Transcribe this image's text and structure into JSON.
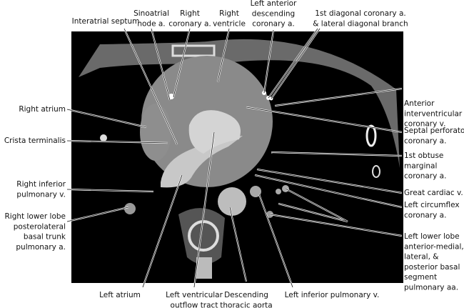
{
  "title": "Axial CT of the heart with labeled structures",
  "labels": {
    "interatrial_septum": [
      "Interatrial septum"
    ],
    "sinoatrial_node": [
      "Sinoatrial",
      "node a."
    ],
    "right_coronary": [
      "Right",
      "coronary a."
    ],
    "right_ventricle": [
      "Right",
      "ventricle"
    ],
    "lad": [
      "Left anterior",
      "descending",
      "coronary a."
    ],
    "first_diagonal": [
      "1st diagonal coronary a.",
      "& lateral diagonal branch"
    ],
    "right_atrium": [
      "Right atrium"
    ],
    "crista_terminalis": [
      "Crista terminalis"
    ],
    "right_inferior_pv": [
      "Right inferior",
      "pulmonary v."
    ],
    "right_lower_lobe": [
      "Right lower lobe",
      "posterolateral",
      "basal trunk",
      "pulmonary a."
    ],
    "anterior_iv_vein": [
      "Anterior",
      "interventricular",
      "coronary v."
    ],
    "septal_perforator": [
      "Septal perforator",
      "coronary a."
    ],
    "first_obtuse_marginal": [
      "1st obtuse",
      "marginal",
      "coronary a."
    ],
    "great_cardiac": [
      "Great cardiac v."
    ],
    "left_circumflex": [
      "Left circumflex",
      "coronary a."
    ],
    "left_lower_lobe": [
      "Left lower lobe",
      "anterior-medial,",
      "lateral, &",
      "posterior basal",
      "segment",
      "pulmonary aa."
    ],
    "left_atrium": [
      "Left atrium"
    ],
    "lvot": [
      "Left ventricular",
      "outflow tract"
    ],
    "descending_aorta": [
      "Descending",
      "thoracic aorta"
    ],
    "left_inferior_pv": [
      "Left inferior pulmonary v."
    ]
  }
}
